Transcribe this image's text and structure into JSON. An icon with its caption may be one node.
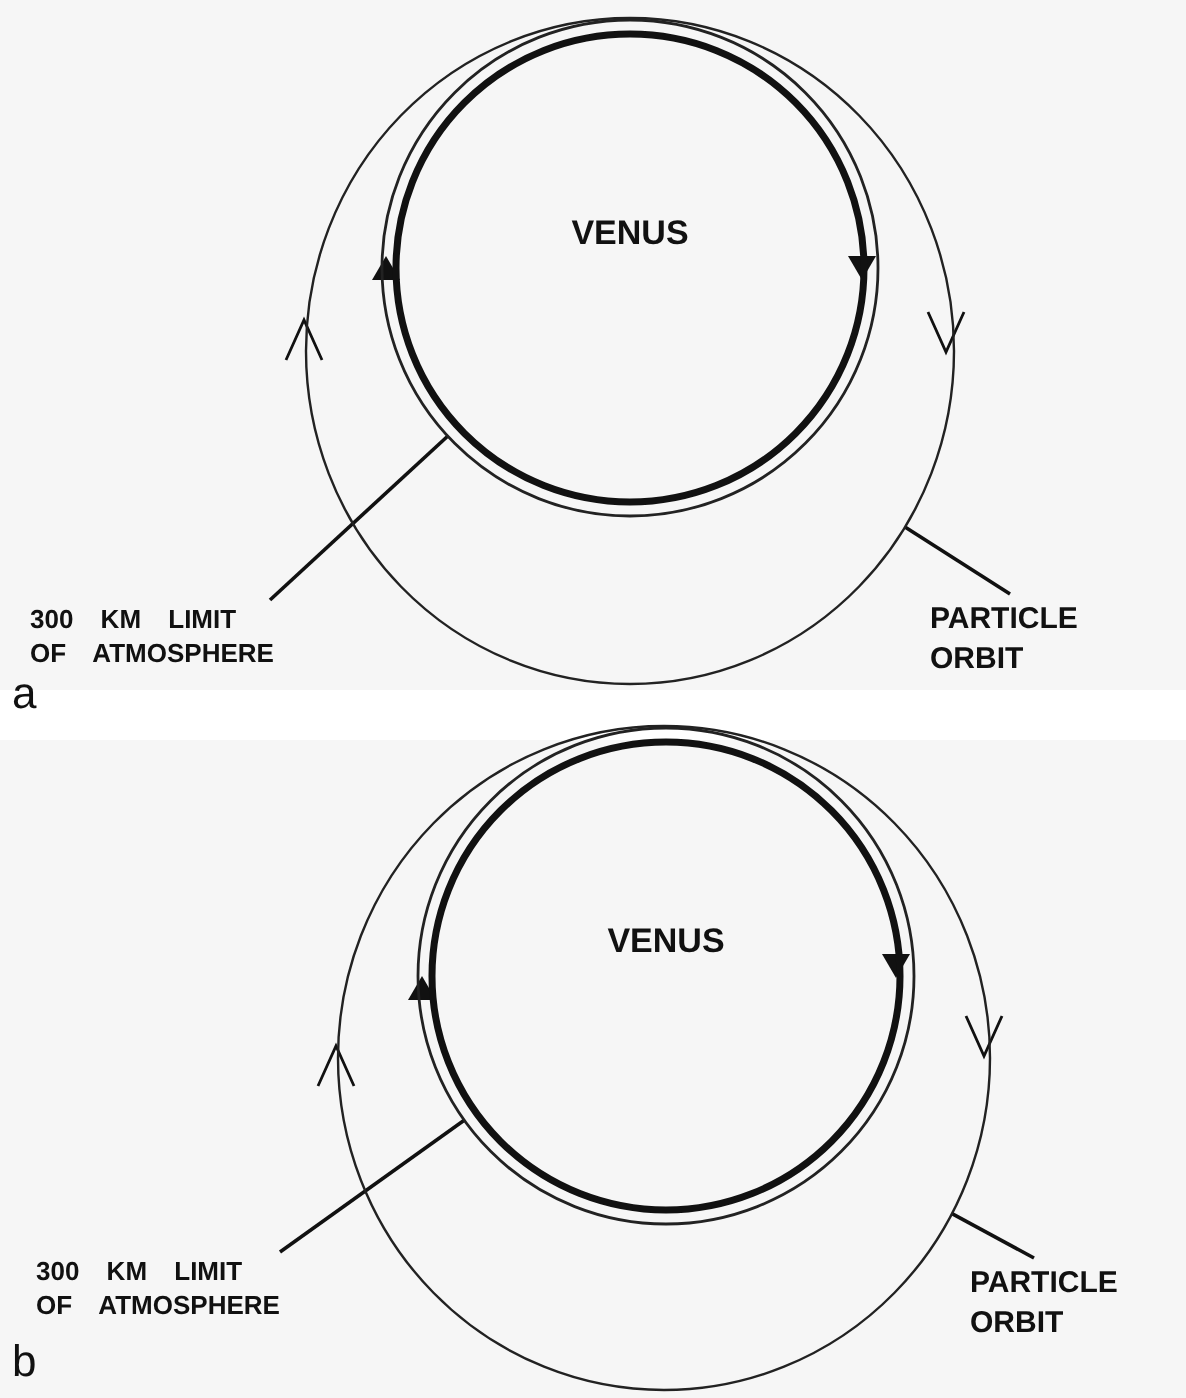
{
  "diagram": {
    "nodes": [
      {
        "text": [],
        "shape": "circle"
      },
      {
        "text": [],
        "shape": "circle",
        "in": 0
      },
      {
        "text": [
          "VENUS"
        ],
        "in": 1
      },
      {
        "text": [
          "300 KM LIMIT OF ATMOSPHERE"
        ]
      },
      {
        "text": [
          "PARTICLE ORBIT"
        ]
      },
      {
        "text": [],
        "shape": "circle"
      },
      {
        "text": [],
        "shape": "circle",
        "in": 5
      },
      {
        "text": [
          "VENUS"
        ],
        "in": 6
      },
      {
        "text": [
          "300 KM LIMIT OF ATMOSPHERE"
        ]
      },
      {
        "text": [
          "PARTICLE ORBIT"
        ]
      }
    ],
    "edges": [
      {
        "from": 3,
        "to": 1,
        "arrow": "none"
      },
      {
        "from": 4,
        "to": 0,
        "arrow": "none"
      },
      {
        "from": 8,
        "to": 6,
        "arrow": "none"
      },
      {
        "from": 9,
        "to": 5,
        "arrow": "none"
      }
    ],
    "labels": [
      "a",
      "b"
    ]
  }
}
